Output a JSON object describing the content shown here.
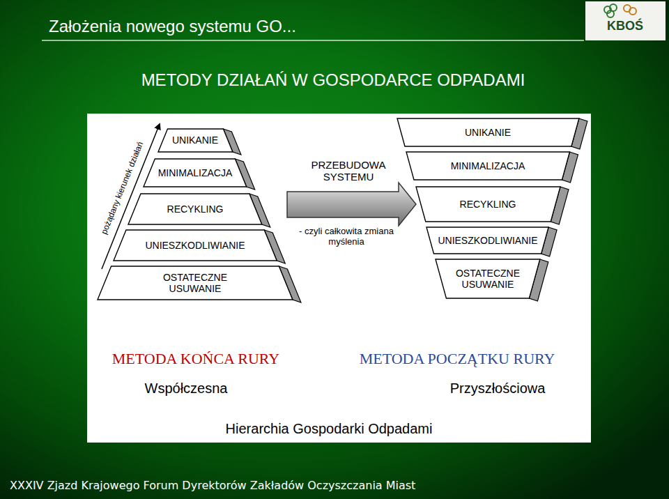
{
  "diagram": {
    "title": "Założenia nowego systemu GO...",
    "caption": "Hierarchia Gospodarki Odpadami",
    "nodes": [
      {
        "text": [
          "UNIKANIE"
        ]
      },
      {
        "text": [
          "MINIMALIZACJA"
        ]
      },
      {
        "text": [
          "RECYKLING"
        ]
      },
      {
        "text": [
          "UNIESZKODLIWIANIE"
        ]
      },
      {
        "text": [
          "OSTATECZNE USUWANIE"
        ]
      },
      {
        "text": [
          "UNIKANIE"
        ]
      },
      {
        "text": [
          "MINIMALIZACJA"
        ]
      },
      {
        "text": [
          "RECYKLING"
        ]
      },
      {
        "text": [
          "UNIESZKODLIWIANIE"
        ]
      },
      {
        "text": [
          "OSTATECZNE USUWANIE"
        ]
      }
    ],
    "labels": [
      "KBOŚ",
      "METODY DZIAŁAŃ W GOSPODARCE ODPADAMI",
      "pożądany kierunek działań",
      "PRZEBUDOWA SYSTEMU",
      "- czyli całkowita zmiana myślenia",
      "METODA KOŃCA RURY",
      "Współczesna",
      "METODA POCZĄTKU RURY",
      "Przyszłościowa",
      "XXXIV Zjazd Krajowego Forum Dyrektorów Zakładów Oczyszczania Miast"
    ]
  }
}
